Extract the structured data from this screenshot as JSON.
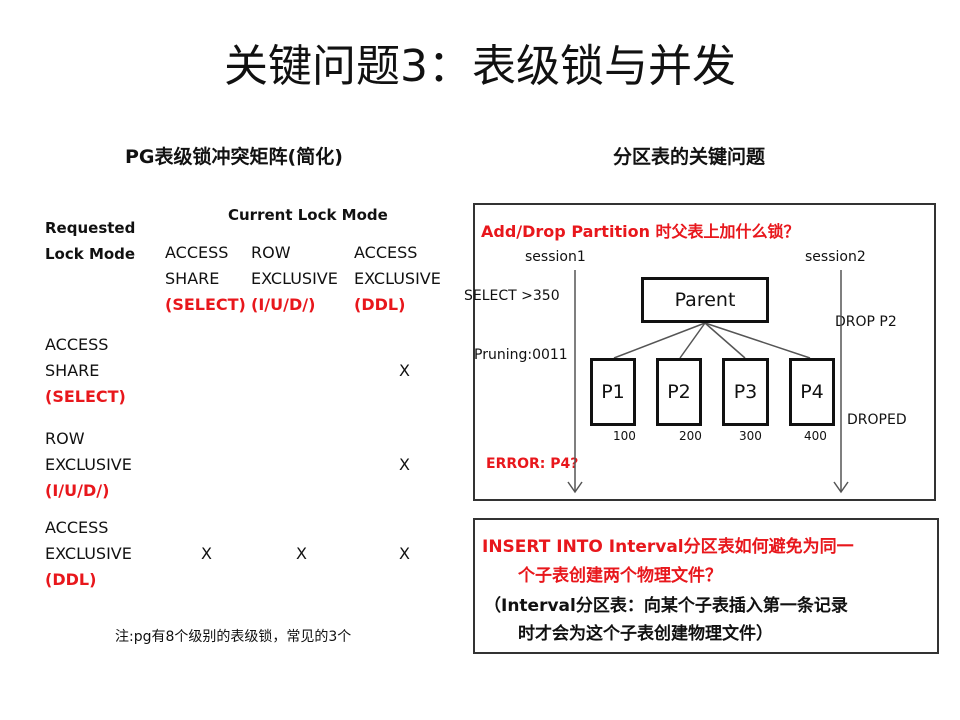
{
  "title": "关键问题3：表级锁与并发",
  "left": {
    "subtitle": "PG表级锁冲突矩阵(简化)",
    "current_header": "Current Lock Mode",
    "requested_header": [
      "Requested",
      "Lock Mode"
    ],
    "columns": [
      {
        "lines": [
          "ACCESS",
          "SHARE"
        ],
        "op": "(SELECT)"
      },
      {
        "lines": [
          "ROW",
          "EXCLUSIVE"
        ],
        "op": "(I/U/D/)"
      },
      {
        "lines": [
          "ACCESS",
          "EXCLUSIVE"
        ],
        "op": "(DDL)"
      }
    ],
    "rows": [
      {
        "lines": [
          "ACCESS",
          "SHARE"
        ],
        "op": "(SELECT)",
        "cells": [
          "",
          "",
          "X"
        ]
      },
      {
        "lines": [
          "ROW",
          "EXCLUSIVE"
        ],
        "op": "(I/U/D/)",
        "cells": [
          "",
          "",
          "X"
        ]
      },
      {
        "lines": [
          "ACCESS",
          "EXCLUSIVE"
        ],
        "op": "(DDL)",
        "cells": [
          "X",
          "X",
          "X"
        ]
      }
    ],
    "note": "注:pg有8个级别的表级锁，常见的3个"
  },
  "right": {
    "subtitle": "分区表的关键问题",
    "question1": "Add/Drop  Partition 时父表上加什么锁？",
    "session1": "session1",
    "session2": "session2",
    "select": "SELECT >350",
    "pruning": "Pruning:0011",
    "error": "ERROR: P4?",
    "drop": "DROP  P2",
    "droped": "DROPED",
    "parent": "Parent",
    "partitions": [
      {
        "name": "P1",
        "bound": "100"
      },
      {
        "name": "P2",
        "bound": "200"
      },
      {
        "name": "P3",
        "bound": "300"
      },
      {
        "name": "P4",
        "bound": "400"
      }
    ],
    "question2_line1": "INSERT INTO Interval分区表如何避免为同一",
    "question2_line2": "个子表创建两个物理文件？",
    "answer_line1": "（Interval分区表：向某个子表插入第一条记录",
    "answer_line2": "时才会为这个子表创建物理文件）"
  }
}
